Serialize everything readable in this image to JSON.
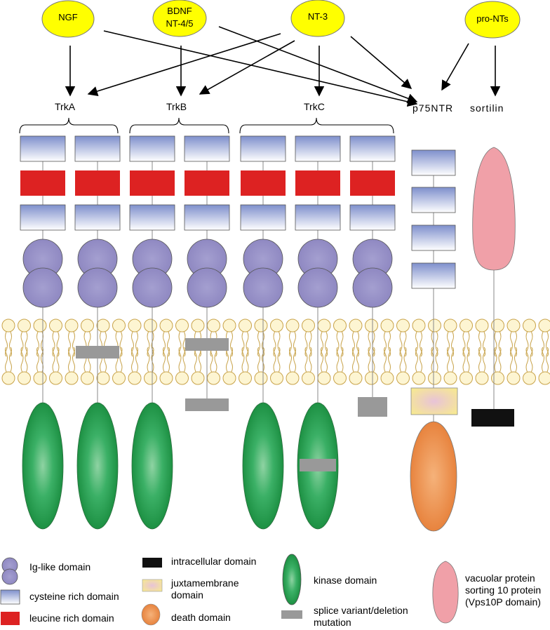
{
  "ligands": [
    {
      "key": "ngf",
      "lines": [
        "NGF"
      ]
    },
    {
      "key": "bdnf",
      "lines": [
        "BDNF",
        "NT-4/5"
      ]
    },
    {
      "key": "nt3",
      "lines": [
        "NT-3"
      ]
    },
    {
      "key": "pronts",
      "lines": [
        "pro-NTs"
      ]
    }
  ],
  "receptor_labels": {
    "trka": "TrkA",
    "trkb": "TrkB",
    "trkc": "TrkC",
    "p75": "p75NTR",
    "sortilin": "sortilin"
  },
  "legend": {
    "ig": "Ig-like domain",
    "cys": "cysteine rich domain",
    "leu": "leucine rich domain",
    "intra": "intracellular domain",
    "juxta_1": "juxtamembrane",
    "juxta_2": "domain",
    "death": "death domain",
    "kinase": "kinase domain",
    "splice_1": "splice variant/deletion",
    "splice_2": "mutation",
    "vps_1": "vacuolar protein",
    "vps_2": "sorting 10 protein",
    "vps_3": "(Vps10P  domain)"
  },
  "colors": {
    "ligand_fill": "#ffff00",
    "ig_fill": "#8b84bf",
    "leucine_fill": "#dd2222",
    "cysteine_top": "#7e8fcc",
    "cysteine_bottom": "#ffffff",
    "kinase_fill": "#1f9a48",
    "death_fill": "#e8813a",
    "juxta_fill": "#f6e68e",
    "intracellular_fill": "#111111",
    "splice_fill": "#999999",
    "vps_fill": "#f0a0a8",
    "membrane_head": "#fdf5d2",
    "membrane_stroke": "#c8a34a"
  },
  "receptors": [
    {
      "group": "trka",
      "kinase": "full",
      "splice": "none"
    },
    {
      "group": "trka",
      "kinase": "full",
      "splice": "membrane"
    },
    {
      "group": "trkb",
      "kinase": "full",
      "splice": "none"
    },
    {
      "group": "trkb",
      "kinase": "none",
      "splice": "membrane_and_intracellular"
    },
    {
      "group": "trkc",
      "kinase": "full",
      "splice": "none"
    },
    {
      "group": "trkc",
      "kinase": "full",
      "splice": "in_kinase"
    },
    {
      "group": "trkc",
      "kinase": "none",
      "splice": "intracellular"
    }
  ],
  "arrows": [
    {
      "from": "ngf",
      "to": "trka"
    },
    {
      "from": "ngf",
      "to": "p75"
    },
    {
      "from": "bdnf",
      "to": "trkb"
    },
    {
      "from": "bdnf",
      "to": "p75"
    },
    {
      "from": "nt3",
      "to": "trka"
    },
    {
      "from": "nt3",
      "to": "trkb"
    },
    {
      "from": "nt3",
      "to": "trkc"
    },
    {
      "from": "nt3",
      "to": "p75"
    },
    {
      "from": "pronts",
      "to": "p75"
    },
    {
      "from": "pronts",
      "to": "sortilin"
    }
  ]
}
